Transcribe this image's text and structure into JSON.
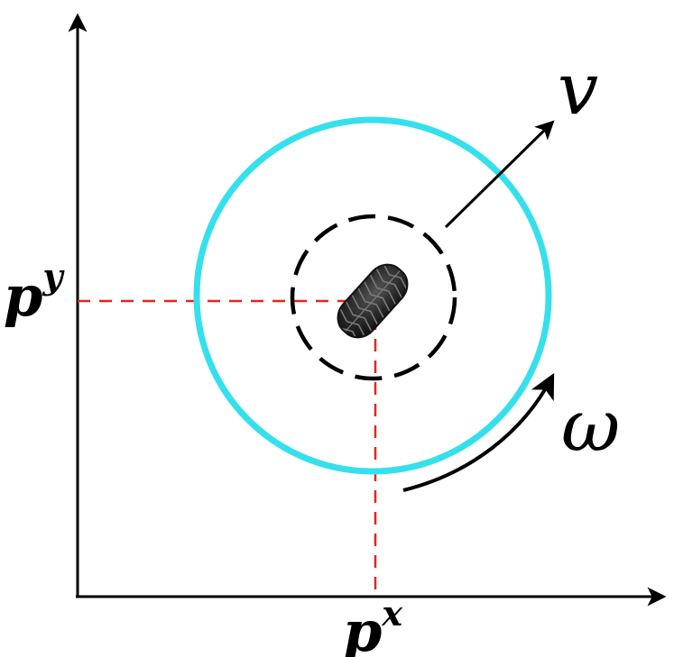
{
  "labels": {
    "px_base": "p",
    "px_sup": "x",
    "py_base": "p",
    "py_sup": "y",
    "velocity": "v",
    "angular_velocity": "ω"
  },
  "colors": {
    "axis": "#000000",
    "projection_lines": "#e8231f",
    "outer_circle": "#35e0ec",
    "dashed_circle": "#000000",
    "tire": "#2a2a2a",
    "tire_tread": "#777777",
    "arrows": "#000000"
  }
}
